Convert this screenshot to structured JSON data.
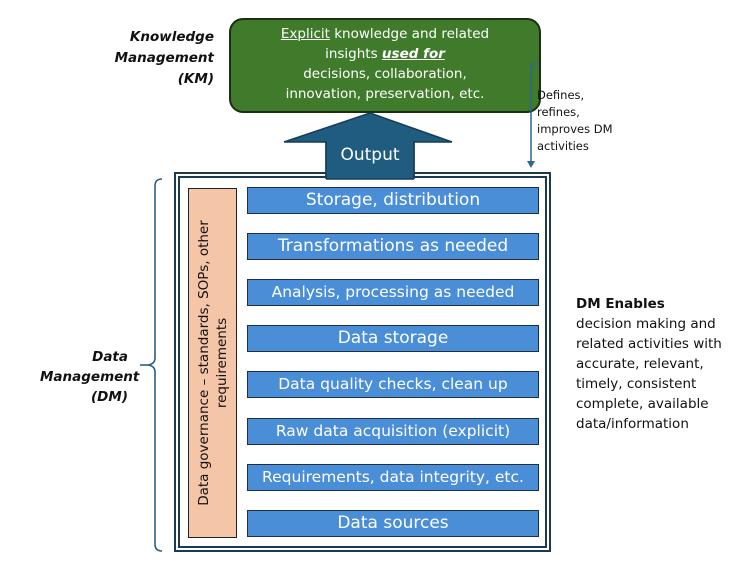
{
  "km": {
    "label_lines": [
      "Knowledge",
      "Management",
      "(KM)"
    ],
    "box": {
      "line1_underlined": "Explicit",
      "line1_rest": " knowledge and related",
      "line2_prefix": "insights ",
      "line2_emphasis": "used for",
      "line3": "decisions, collaboration,",
      "line4": "innovation, preservation, etc."
    },
    "color": "#3f7b2b"
  },
  "feedback": {
    "lines": [
      "Defines,",
      "refines,",
      "improves DM",
      "activities"
    ]
  },
  "output_arrow": {
    "label": "Output",
    "color": "#1f5c80"
  },
  "dm": {
    "label_lines": [
      "Data",
      "Management",
      "(DM)"
    ],
    "governance": {
      "line1": "Data governance – standards, SOPs, other",
      "line2": "requirements",
      "color": "#f5c5a8"
    },
    "layers": [
      "Storage, distribution",
      "Transformations as needed",
      "Analysis, processing as needed",
      "Data storage",
      "Data quality checks, clean up",
      "Raw data acquisition (explicit)",
      "Requirements, data integrity, etc.",
      "Data sources"
    ],
    "layer_color": "#4a8ed8",
    "border_color": "#1b3a52"
  },
  "enables": {
    "title": "DM Enables",
    "lines": [
      "decision making and",
      "related activities with",
      "accurate, relevant,",
      "timely, consistent",
      "complete, available",
      "data/information"
    ]
  }
}
